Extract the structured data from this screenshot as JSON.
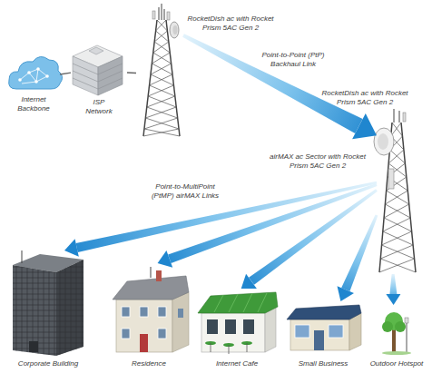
{
  "diagram": {
    "nodes": [
      {
        "text": [
          "Internet Backbone"
        ]
      },
      {
        "text": [
          "ISP Network"
        ]
      },
      {
        "text": [
          "RocketDish ac with Rocket Prism 5AC Gen 2"
        ]
      },
      {
        "text": [
          "RocketDish ac with Rocket Prism 5AC Gen 2",
          "airMAX ac Sector with Rocket Prism 5AC Gen 2"
        ]
      },
      {
        "text": [
          "Corporate Building"
        ]
      },
      {
        "text": [
          "Residence"
        ]
      },
      {
        "text": [
          "Internet Cafe"
        ]
      },
      {
        "text": [
          "Small Business"
        ]
      },
      {
        "text": [
          "Outdoor Hotspot"
        ]
      }
    ],
    "edges": [
      {
        "from": 0,
        "to": 1,
        "arrow": "none"
      },
      {
        "from": 1,
        "to": 2,
        "arrow": "none"
      },
      {
        "from": 2,
        "to": 3,
        "label": "Point-to-Point (PtP) Backhaul Link",
        "arrow": "to"
      },
      {
        "from": 3,
        "to": 4,
        "arrow": "to"
      },
      {
        "from": 3,
        "to": 5,
        "arrow": "to"
      },
      {
        "from": 3,
        "to": 6,
        "arrow": "to"
      },
      {
        "from": 3,
        "to": 7,
        "arrow": "to"
      },
      {
        "from": 3,
        "to": 8,
        "arrow": "to"
      }
    ],
    "labels": [
      "Point-to-MultiPoint (PtMP) airMAX Links"
    ]
  }
}
